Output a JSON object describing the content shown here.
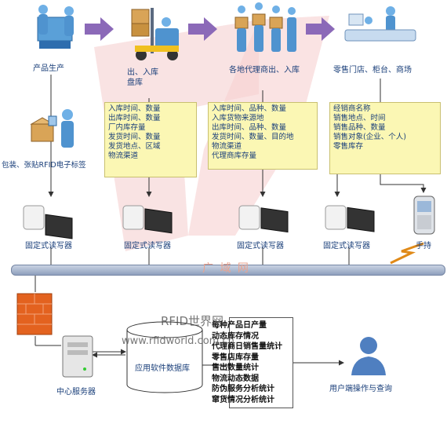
{
  "stages": {
    "production": "产品生产",
    "warehouse": "出、入库\n盘库",
    "agents": "各地代理商出、入库",
    "retail": "零售门店、柜台、商场",
    "packaging": "包装、张贴RFID电子标签"
  },
  "notes": {
    "warehouse": [
      "入库时间、数量",
      "出库时间、数量",
      "厂内库存量",
      "发货时间、数量",
      "发货地点、区域",
      "物流渠道"
    ],
    "agents": [
      "入库时间、品种、数量",
      "入库货物来源地",
      "出库时间、品种、数量",
      "发货时间、数量、目的地",
      "物流渠道",
      "代理商库存量"
    ],
    "retail": [
      "经销商名称",
      "销售地点、时间",
      "销售品种、数量",
      "销售对象(企业、个人)",
      "零售库存"
    ]
  },
  "devices": {
    "reader_label": "固定式读写器",
    "handheld_label": "手持"
  },
  "network": {
    "label": "广 域 网"
  },
  "backend": {
    "server_label": "中心服务器",
    "database_label": "应用软件数据库",
    "client_label": "用户端操作与查询",
    "stats": [
      "每种产品日产量",
      "动态库存情况",
      "代理商日销售量统计",
      "零售店库存量",
      "售出数量统计",
      "物流动态数据",
      "防伪服务分析统计",
      "窜货情况分析统计"
    ]
  },
  "watermark": {
    "title": "RFID世界网",
    "url": "www.rfidworld.com.cn"
  },
  "colors": {
    "arrow": "#8b69b8",
    "network_bar": "#a9b7cf",
    "note_bg": "#fbf7b4",
    "text": "#1a3f7a",
    "bg_mark": "#f6d6d6"
  }
}
